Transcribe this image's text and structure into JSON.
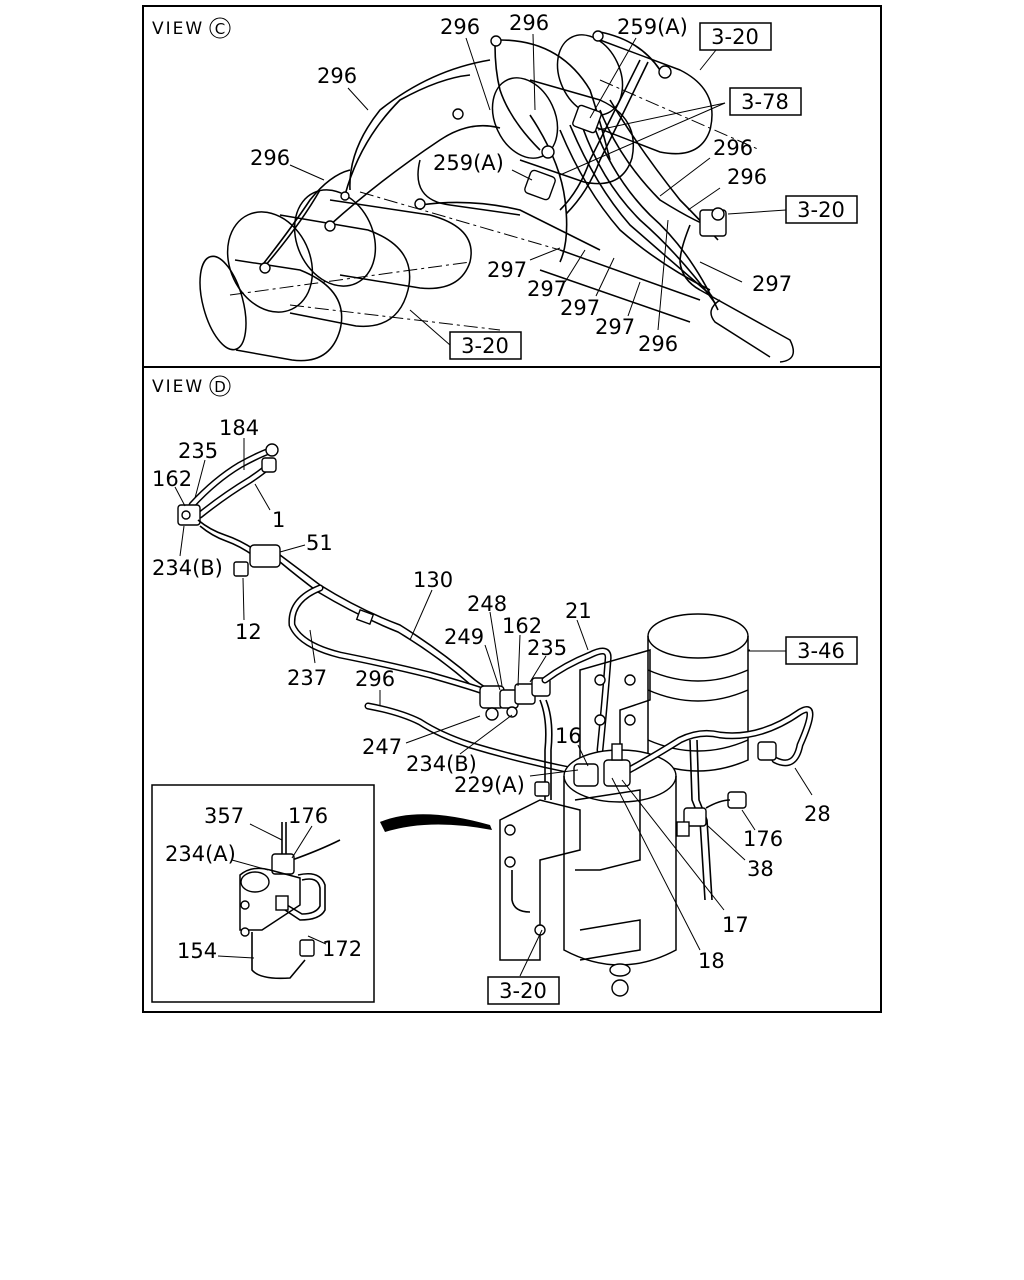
{
  "views": {
    "c": {
      "title": "VIEW",
      "letter": "C"
    },
    "d": {
      "title": "VIEW",
      "letter": "D"
    }
  },
  "refs": {
    "c_top": "3-20",
    "c_78": "3-78",
    "c_right": "3-20",
    "c_bottom": "3-20",
    "d_46": "3-46",
    "d_bottom": "3-20"
  },
  "labels_c": {
    "l296_a": "296",
    "l296_b": "296",
    "l296_c": "296",
    "l296_d": "296",
    "l259a_top": "259(A)",
    "l259a_mid": "259(A)",
    "l296_e": "296",
    "l296_f": "296",
    "l297_a": "297",
    "l297_b": "297",
    "l297_c": "297",
    "l297_d": "297",
    "l297_e": "297",
    "l296_g": "296"
  },
  "labels_d": {
    "l184": "184",
    "l235_a": "235",
    "l162_a": "162",
    "l1": "1",
    "l51": "51",
    "l234b_a": "234(B)",
    "l12": "12",
    "l130": "130",
    "l248": "248",
    "l21": "21",
    "l249": "249",
    "l162_b": "162",
    "l235_b": "235",
    "l237": "237",
    "l296": "296",
    "l247": "247",
    "l16": "16",
    "l234b_b": "234(B)",
    "l229a": "229(A)",
    "l28": "28",
    "l176_a": "176",
    "l38": "38",
    "l17": "17",
    "l18": "18"
  },
  "inset": {
    "l357": "357",
    "l176": "176",
    "l234a": "234(A)",
    "l154": "154",
    "l172": "172"
  }
}
